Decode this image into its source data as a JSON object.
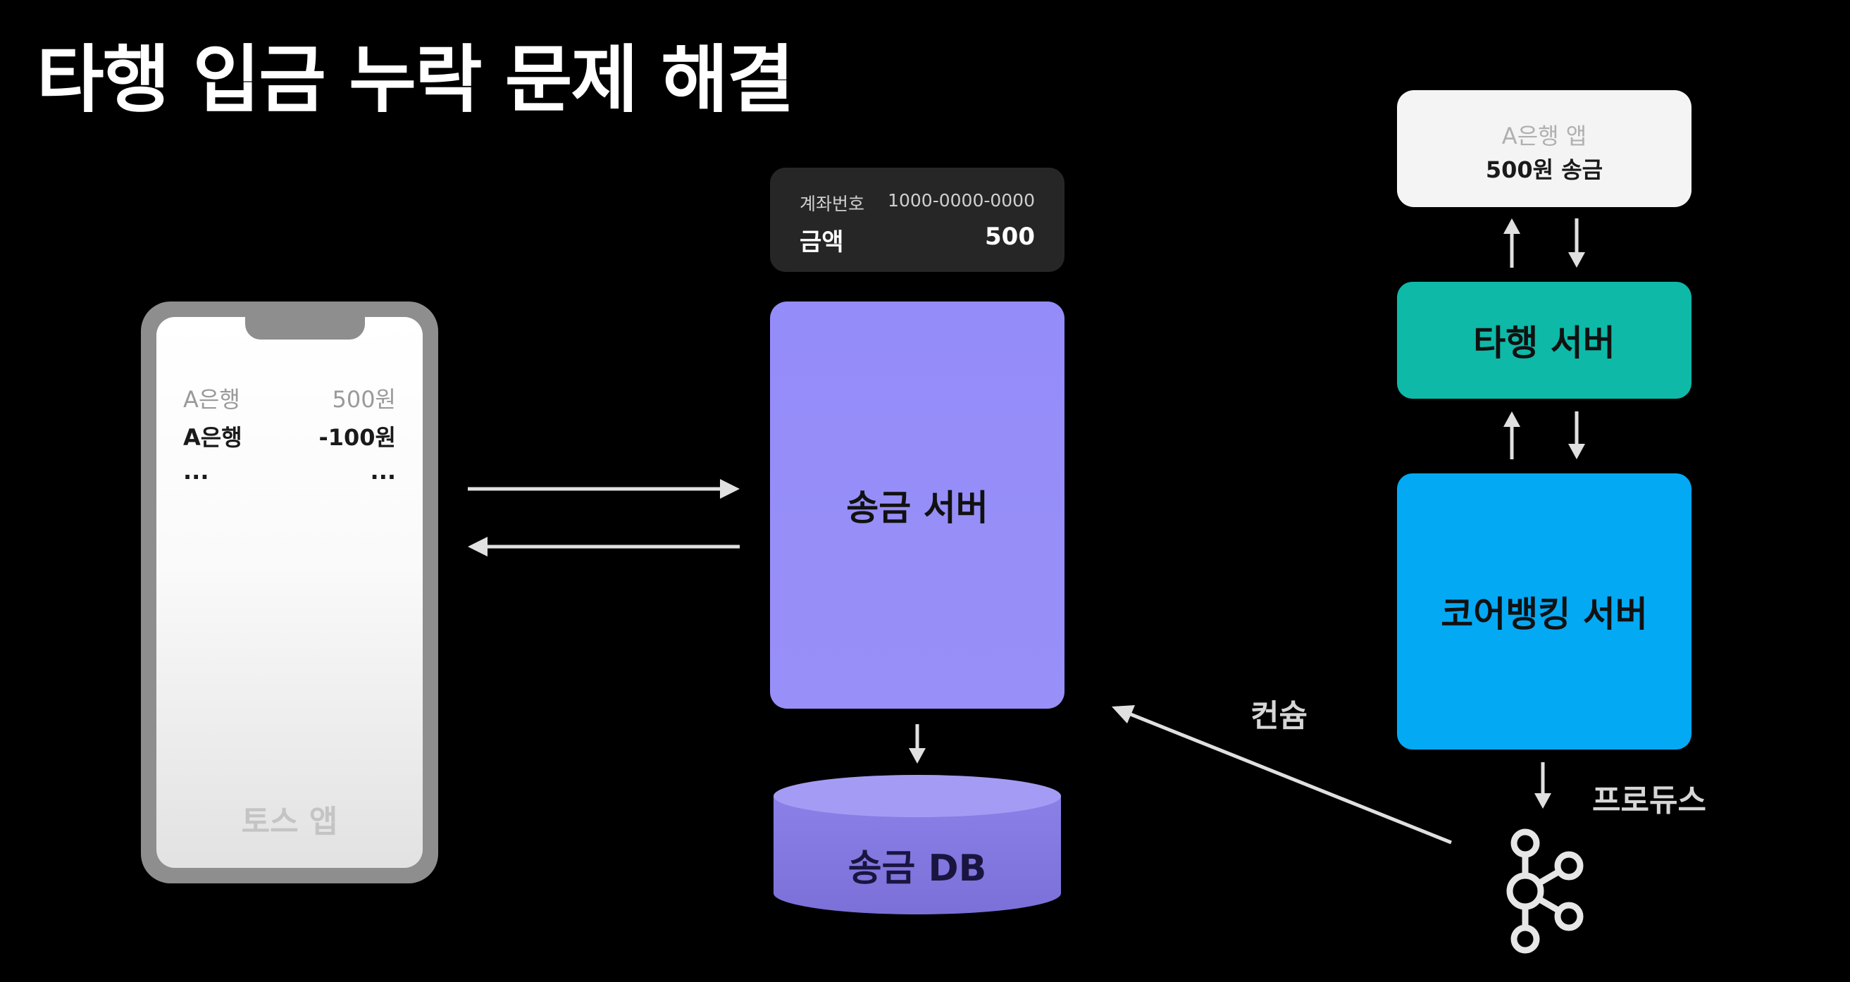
{
  "title": "타행 입금 누락 문제 해결",
  "phone": {
    "rows": [
      {
        "bank": "A은행",
        "amount": "500원"
      },
      {
        "bank": "A은행",
        "amount": "-100원"
      },
      {
        "bank": "...",
        "amount": "..."
      }
    ],
    "app_label": "토스 앱"
  },
  "account_card": {
    "account_label": "계좌번호",
    "account_number": "1000-0000-0000",
    "amount_label": "금액",
    "amount_value": "500"
  },
  "transfer_server": {
    "label": "송금 서버"
  },
  "transfer_db": {
    "label": "송금 DB"
  },
  "a_bank_app": {
    "name": "A은행 앱",
    "action": "500원 송금"
  },
  "other_bank_server": {
    "label": "타행 서버"
  },
  "core_banking_server": {
    "label": "코어뱅킹 서버"
  },
  "consume_label": "컨슘",
  "produce_label": "프로듀스",
  "icons": {
    "kafka": "kafka-logo-icon",
    "arrows": "arrow-icon"
  },
  "colors": {
    "transfer_server": "#948cf9",
    "transfer_db": "#8b80e6",
    "other_bank_server": "#0eb9a8",
    "core_banking_server": "#04a9f4",
    "background": "#000000"
  }
}
